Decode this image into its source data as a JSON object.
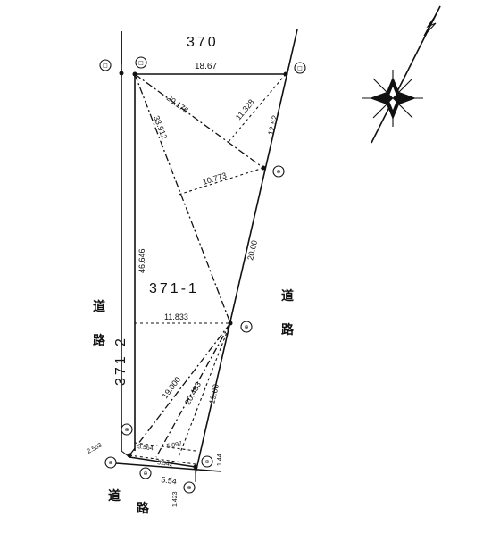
{
  "parcels": {
    "north": "370",
    "main": "371-1",
    "west": "371-2"
  },
  "road_labels": {
    "west": [
      "道",
      "路"
    ],
    "east": [
      "道",
      "路"
    ],
    "south": [
      "道",
      "路"
    ]
  },
  "dimensions": {
    "top_edge": "18.67",
    "diag_a": "20.176",
    "diag_b": "11.328",
    "east_upper": "12.52",
    "diag_long": "33.912",
    "offset_1": "10.773",
    "west_side": "46.646",
    "east_mid": "20.00",
    "offset_2": "11.833",
    "diag_c": "19.000",
    "diag_d": "20.483",
    "east_lower": "19.00",
    "west_jog": "2.563",
    "small_a": "3.564",
    "small_b": "5.097",
    "small_c": "5.542",
    "south_edge": "5.54",
    "south_east_jog": "1.44",
    "south_jog": "1.423"
  },
  "markers": {
    "plain": "□",
    "stone": "⊕"
  }
}
